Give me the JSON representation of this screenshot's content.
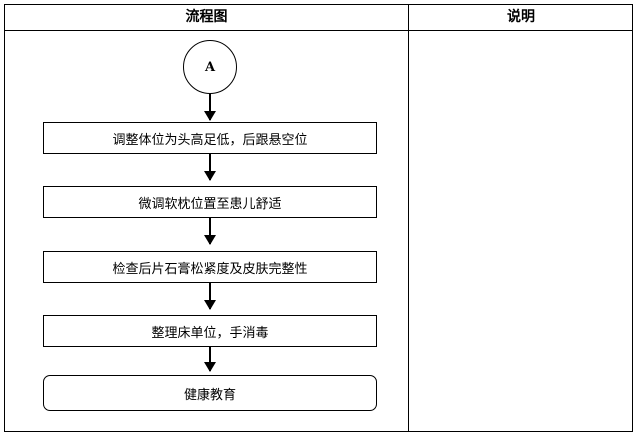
{
  "table": {
    "header_flow": "流程图",
    "header_note": "说明"
  },
  "flowchart": {
    "connector_label": "A",
    "steps": [
      {
        "label": "调整体位为头高足低，后跟悬空位",
        "shape": "rect"
      },
      {
        "label": "微调软枕位置至患儿舒适",
        "shape": "rect"
      },
      {
        "label": "检查后片石膏松紧度及皮肤完整性",
        "shape": "rect"
      },
      {
        "label": "整理床单位，手消毒",
        "shape": "rect"
      },
      {
        "label": "健康教育",
        "shape": "rounded"
      }
    ]
  },
  "notes": {
    "text": ""
  }
}
